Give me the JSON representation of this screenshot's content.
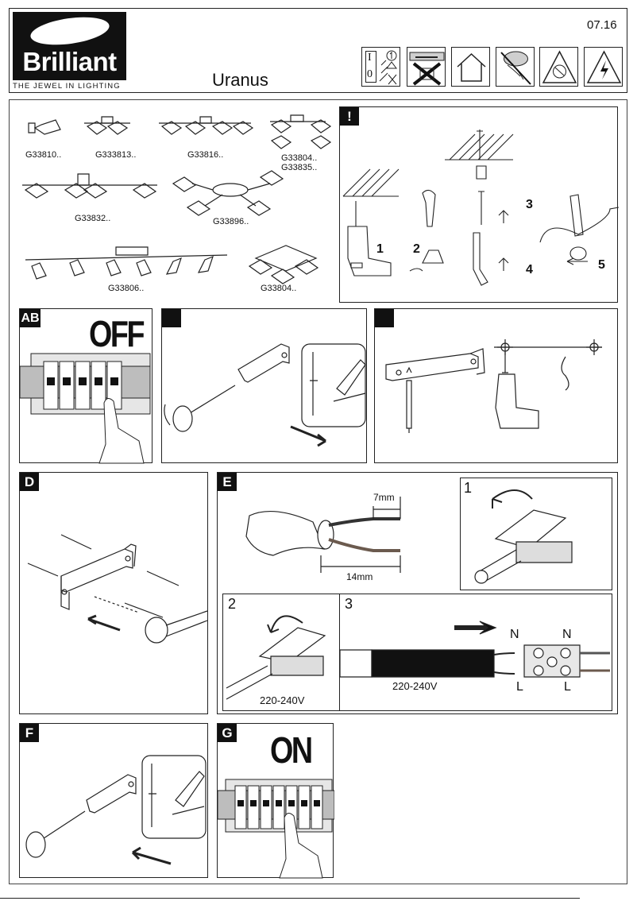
{
  "header": {
    "brand": "Brilliant",
    "tagline": "THE JEWEL IN LIGHTING",
    "product": "Uranus",
    "version": "07.16",
    "switch_glyphs": [
      "I",
      "0"
    ],
    "symbols": [
      "on-off-switch-icon",
      "class-1-safety-icon",
      "no-dimmer-icon",
      "indoor-house-icon",
      "led-not-replaceable-icon",
      "protective-class-icon",
      "high-voltage-icon"
    ]
  },
  "models": {
    "items": [
      "G33810..",
      "G333813..",
      "G33816..",
      "G33804..",
      "G33835..",
      "G33832..",
      "G33896..",
      "G33806..",
      "G33804.."
    ]
  },
  "warning": {
    "label": "!",
    "steps": [
      "1",
      "2",
      "3",
      "4",
      "5"
    ]
  },
  "panel_ab": {
    "label": "AB",
    "text": "OFF"
  },
  "panel_d": {
    "label": "D"
  },
  "panel_e": {
    "label": "E",
    "strip_short": "7mm",
    "strip_long": "14mm",
    "sub1": "1",
    "sub2": "2",
    "sub3": "3",
    "voltage": "220-240V",
    "terminal": [
      "N",
      "N",
      "L",
      "L"
    ]
  },
  "panel_f": {
    "label": "F"
  },
  "panel_g": {
    "label": "G",
    "text": "ON"
  },
  "colors": {
    "ink": "#111111",
    "brown": "#6b5a4e",
    "paper": "#ffffff",
    "shade": "#d9d9d9"
  }
}
